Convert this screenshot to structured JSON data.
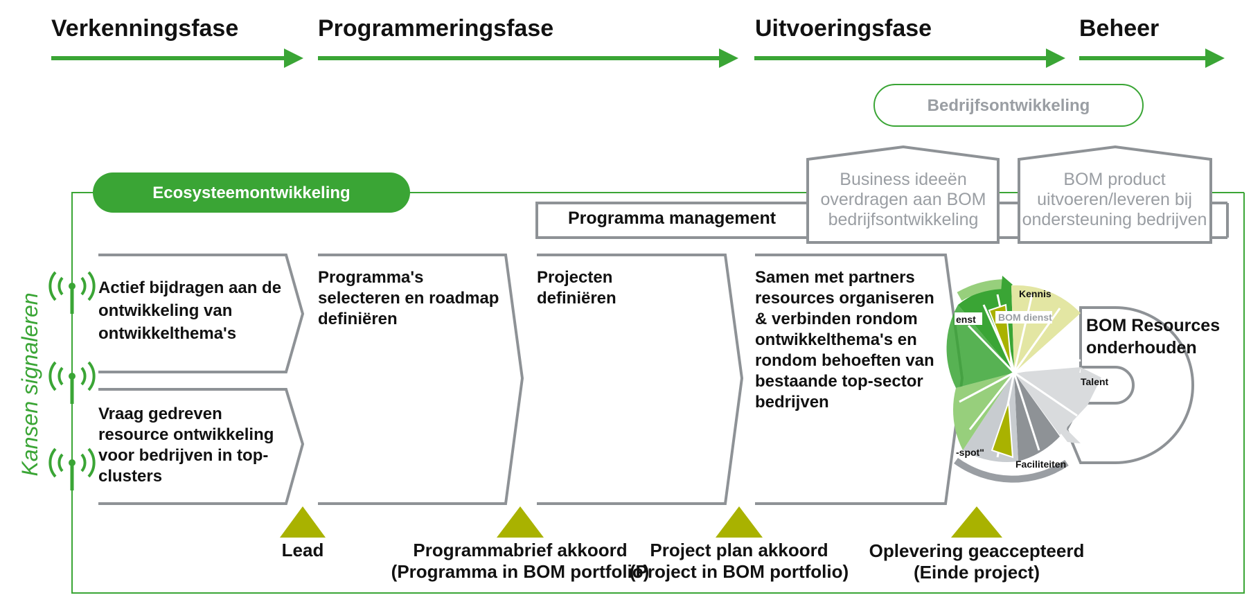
{
  "phases": [
    "Verkenningsfase",
    "Programmeringsfase",
    "Uitvoeringsfase",
    "Beheer"
  ],
  "business_development_label": "Bedrijfsontwikkeling",
  "ecosystem_label": "Ecosysteemontwikkeling",
  "programme_management_label": "Programma management",
  "handover_box": [
    "Business ideeën",
    "overdragen aan BOM",
    "bedrijfsontwikkeling"
  ],
  "product_box": [
    "BOM product",
    "uitvoeren/leveren bij",
    "ondersteuning bedrijven"
  ],
  "side_label": "Kansen signaleren",
  "steps": {
    "active": [
      "Actief bijdragen aan de",
      "ontwikkeling van",
      "ontwikkelthema's"
    ],
    "demand": [
      "Vraag gedreven",
      "resource ontwikkeling",
      "voor bedrijven in top-",
      "clusters"
    ],
    "programmes": [
      "Programma's",
      "selecteren en roadmap",
      "definiëren"
    ],
    "projects": [
      "Projecten",
      "definiëren"
    ],
    "partners": [
      "Samen met partners",
      "resources organiseren",
      "& verbinden rondom",
      "ontwikkelthema's en",
      "rondom behoeften van",
      "bestaande top-sector",
      "bedrijven"
    ]
  },
  "resources_label": [
    "BOM Resources",
    "onderhouden"
  ],
  "wheel_labels": {
    "kennis": "Kennis",
    "bom_dienst": "BOM dienst",
    "dienst_cut": "enst",
    "talent": "Talent",
    "faciliteiten": "Faciliteiten",
    "spot_cut": "-spot\""
  },
  "milestones": [
    [
      "Lead"
    ],
    [
      "Programmabrief akkoord",
      "(Programma in BOM portfolio)"
    ],
    [
      "Project plan akkoord",
      "(Project in BOM portfolio)"
    ],
    [
      "Oplevering geaccepteerd",
      "(Einde project)"
    ]
  ],
  "colors": {
    "green": "#3aa535",
    "olive": "#a9b200",
    "gray": "#9a9ea3",
    "light_green": "#97cf7c",
    "pale_yellow": "#e3e6a3",
    "light_gray": "#d9dbdd"
  }
}
